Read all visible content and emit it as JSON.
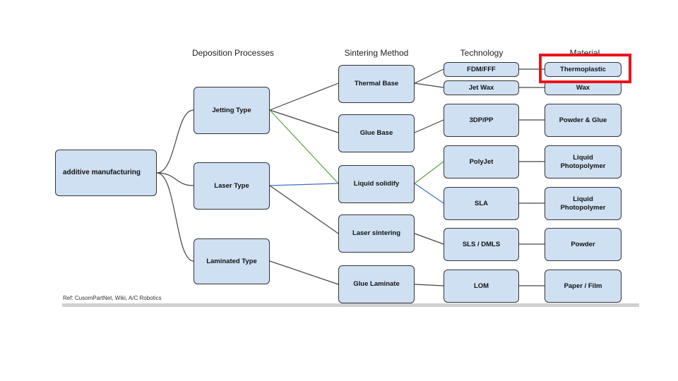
{
  "headers": {
    "deposition": "Deposition Processes",
    "sintering": "Sintering Method",
    "technology": "Technology",
    "material": "Material"
  },
  "nodes": {
    "root": "additive manufacturing",
    "deposition": {
      "jetting": "Jetting Type",
      "laser": "Laser Type",
      "laminated": "Laminated Type"
    },
    "sintering": {
      "thermal_base": "Thermal Base",
      "glue_base": "Glue Base",
      "liquid_solidify": "Liquid solidify",
      "laser_sintering": "Laser sintering",
      "glue_laminate": "Glue Laminate"
    },
    "technology": {
      "fdm": "FDM/FFF",
      "jet_wax": "Jet Wax",
      "three_dp": "3DP/PP",
      "polyjet": "PolyJet",
      "sla": "SLA",
      "sls": "SLS / DMLS",
      "lom": "LOM"
    },
    "material": {
      "thermoplastic": "Thermoplastic",
      "wax": "Wax",
      "powder_glue": "Powder & Glue",
      "liquid_photopolymer_1": "Liquid Photopolymer",
      "liquid_photopolymer_2": "Liquid Photopolymer",
      "powder": "Powder",
      "paper_film": "Paper / Film"
    }
  },
  "reference": "Ref: CusomPartNet, Wiki, A/C Robotics",
  "colors": {
    "node_fill": "#cfe0f3",
    "edge_default": "#444444",
    "edge_green": "#5aa03c",
    "edge_blue": "#3a72c4",
    "highlight": "#e8141c"
  }
}
